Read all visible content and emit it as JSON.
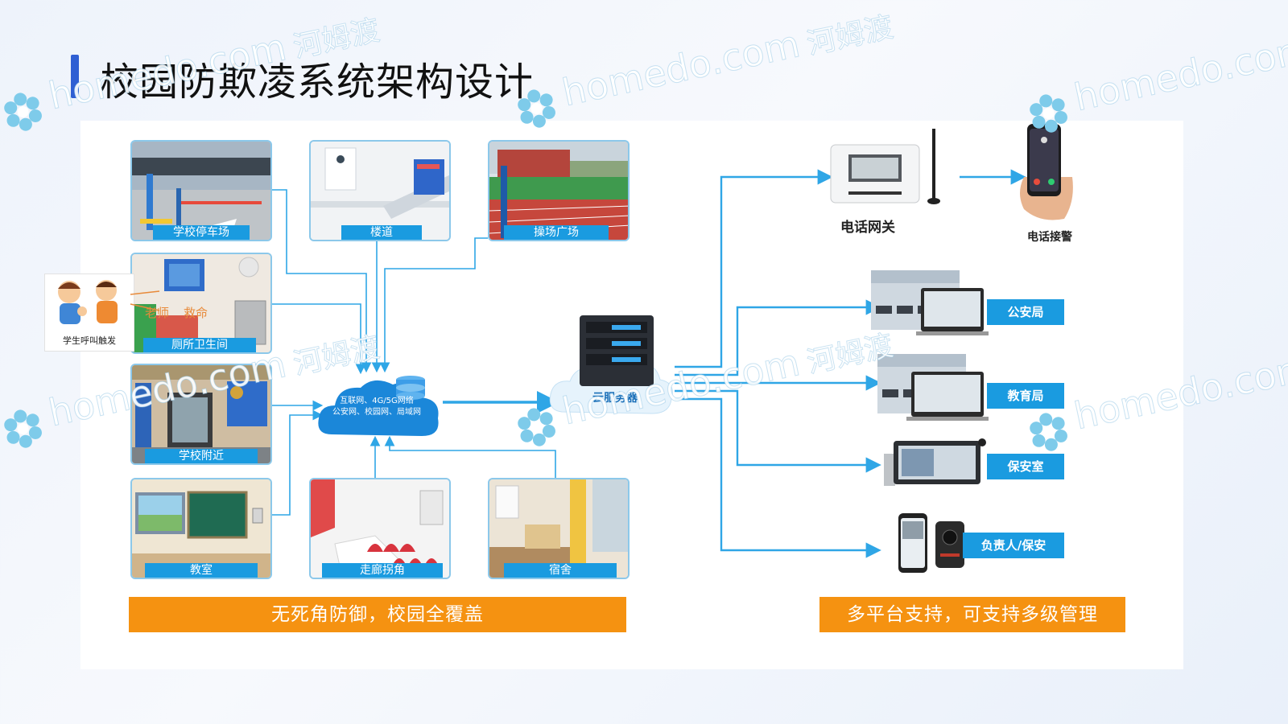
{
  "title": "校园防欺凌系统架构设计",
  "tiles": [
    {
      "id": "parking",
      "label": "学校停车场"
    },
    {
      "id": "stairway",
      "label": "楼道"
    },
    {
      "id": "playground",
      "label": "操场广场"
    },
    {
      "id": "restroom",
      "label": "厕所卫生间"
    },
    {
      "id": "near-school",
      "label": "学校附近"
    },
    {
      "id": "classroom",
      "label": "教室"
    },
    {
      "id": "corridor",
      "label": "走廊拐角"
    },
    {
      "id": "dormitory",
      "label": "宿舍"
    }
  ],
  "student": {
    "label": "学生呼叫触发",
    "speech": [
      "老师",
      "救命"
    ]
  },
  "network_cloud": {
    "lines": [
      "互联网、4G/5G网络",
      "公安网、校园网、局域网"
    ]
  },
  "cloud_server": {
    "label": "云服务器"
  },
  "phone_gateway": {
    "label": "电话网关"
  },
  "phone_answer": {
    "label": "电话接警"
  },
  "targets": [
    {
      "id": "police",
      "label": "公安局"
    },
    {
      "id": "education",
      "label": "教育局"
    },
    {
      "id": "security-room",
      "label": "保安室"
    },
    {
      "id": "supervisor",
      "label": "负责人/保安"
    }
  ],
  "banner_left": "无死角防御，校园全覆盖",
  "banner_right": "多平台支持，可支持多级管理",
  "watermark": {
    "domain": "homedo.com",
    "cn": "河姆渡"
  },
  "colors": {
    "accent_blue": "#1a9be0",
    "arrow_blue": "#2fa6e6",
    "orange": "#f59211",
    "title_bar": "#2f5fd3"
  }
}
